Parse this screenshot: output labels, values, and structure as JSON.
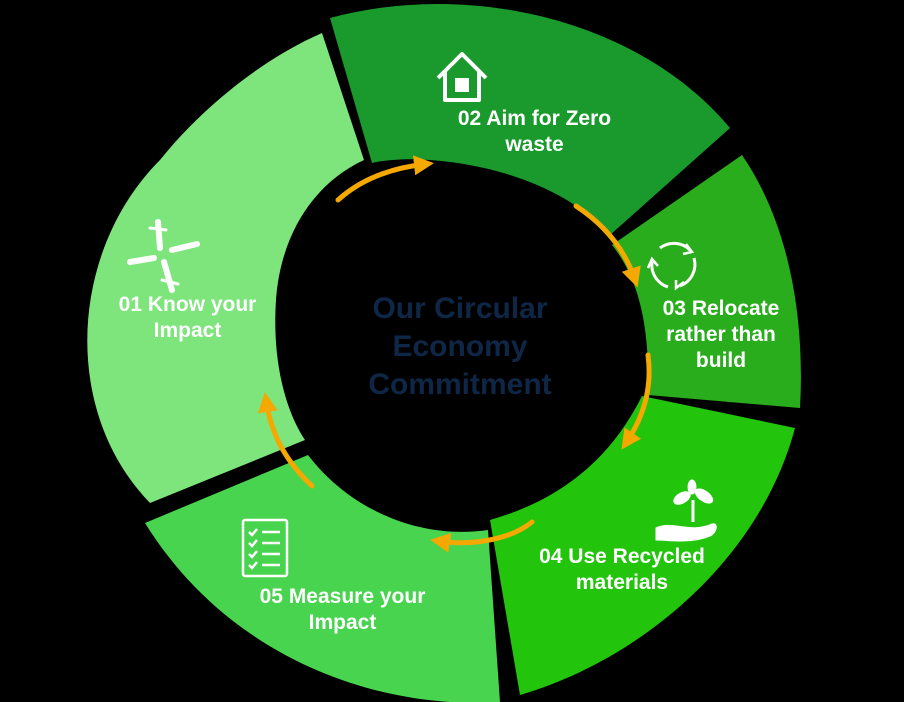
{
  "title": [
    "Our Circular",
    "Economy",
    "Commitment"
  ],
  "segments": [
    {
      "id": "01",
      "lines": [
        "01 Know your",
        "Impact"
      ],
      "icon": "hands-teamwork-icon",
      "color": "#7ee57c"
    },
    {
      "id": "02",
      "lines": [
        "02 Aim for Zero",
        "waste"
      ],
      "icon": "house-icon",
      "color": "#1a9a2c"
    },
    {
      "id": "03",
      "lines": [
        "03 Relocate",
        "rather than",
        "build"
      ],
      "icon": "recycle-arrows-icon",
      "color": "#2aad1c"
    },
    {
      "id": "04",
      "lines": [
        "04 Use Recycled",
        "materials"
      ],
      "icon": "plant-in-hand-icon",
      "color": "#22c40c"
    },
    {
      "id": "05",
      "lines": [
        "05 Measure your",
        "Impact"
      ],
      "icon": "checklist-icon",
      "color": "#48d44e"
    }
  ],
  "arrow_color": "#f5a800",
  "title_color": "#0f2747"
}
